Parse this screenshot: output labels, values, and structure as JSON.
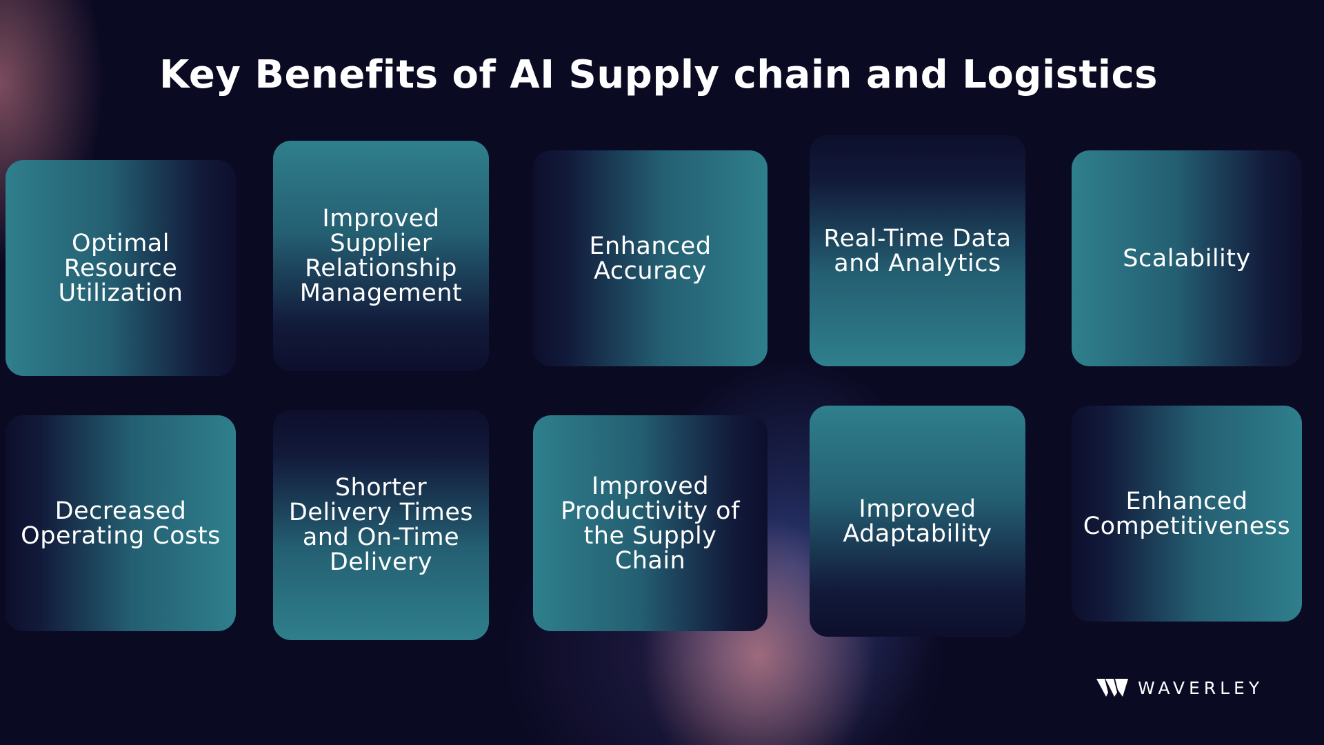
{
  "title": "Key Benefits of AI Supply chain and Logistics",
  "benefits_row1": [
    "Optimal Resource Utilization",
    "Improved Supplier Relationship Management",
    "Enhanced Accuracy",
    "Real-Time Data and Analytics",
    "Scalability"
  ],
  "benefits_row2": [
    "Decreased Operating Costs",
    "Shorter Delivery Times and On-Time Delivery",
    "Improved Productivity of the Supply Chain",
    "Improved Adaptability",
    "Enhanced Competitiveness"
  ],
  "brand": {
    "name": "WAVERLEY",
    "logo_icon": "waverley-w-icon"
  },
  "colors": {
    "background": "#0b0a23",
    "card_teal": "#2f7f8c",
    "card_dark": "#0d0f2c",
    "text": "#ffffff"
  }
}
